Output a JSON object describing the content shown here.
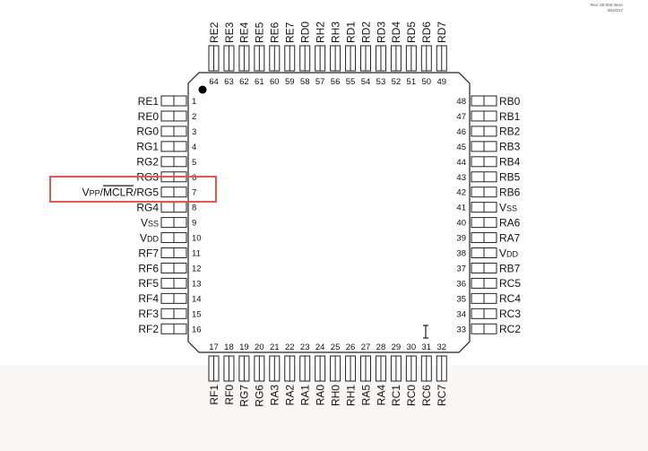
{
  "header": {
    "revision_line1": "Rev. 00-000 064A",
    "revision_line2": "3/6/2017"
  },
  "chip": {
    "package": "64-pin",
    "pins": {
      "left": [
        {
          "num": "1",
          "label": "RE1"
        },
        {
          "num": "2",
          "label": "RE0"
        },
        {
          "num": "3",
          "label": "RG0"
        },
        {
          "num": "4",
          "label": "RG1"
        },
        {
          "num": "5",
          "label": "RG2"
        },
        {
          "num": "6",
          "label": "RG3"
        },
        {
          "num": "7",
          "label": "VPP/MCLR/RG5"
        },
        {
          "num": "8",
          "label": "RG4"
        },
        {
          "num": "9",
          "label": "VSS"
        },
        {
          "num": "10",
          "label": "VDD"
        },
        {
          "num": "11",
          "label": "RF7"
        },
        {
          "num": "12",
          "label": "RF6"
        },
        {
          "num": "13",
          "label": "RF5"
        },
        {
          "num": "14",
          "label": "RF4"
        },
        {
          "num": "15",
          "label": "RF3"
        },
        {
          "num": "16",
          "label": "RF2"
        }
      ],
      "bottom": [
        {
          "num": "17",
          "label": "RF1"
        },
        {
          "num": "18",
          "label": "RF0"
        },
        {
          "num": "19",
          "label": "RG7"
        },
        {
          "num": "20",
          "label": "RG6"
        },
        {
          "num": "21",
          "label": "RA3"
        },
        {
          "num": "22",
          "label": "RA2"
        },
        {
          "num": "23",
          "label": "RA1"
        },
        {
          "num": "24",
          "label": "RA0"
        },
        {
          "num": "25",
          "label": "RH0"
        },
        {
          "num": "26",
          "label": "RH1"
        },
        {
          "num": "27",
          "label": "RA5"
        },
        {
          "num": "28",
          "label": "RA4"
        },
        {
          "num": "29",
          "label": "RC1"
        },
        {
          "num": "30",
          "label": "RC0"
        },
        {
          "num": "31",
          "label": "RC6"
        },
        {
          "num": "32",
          "label": "RC7"
        }
      ],
      "right": [
        {
          "num": "48",
          "label": "RB0"
        },
        {
          "num": "47",
          "label": "RB1"
        },
        {
          "num": "46",
          "label": "RB2"
        },
        {
          "num": "45",
          "label": "RB3"
        },
        {
          "num": "44",
          "label": "RB4"
        },
        {
          "num": "43",
          "label": "RB5"
        },
        {
          "num": "42",
          "label": "RB6"
        },
        {
          "num": "41",
          "label": "VSS"
        },
        {
          "num": "40",
          "label": "RA6"
        },
        {
          "num": "39",
          "label": "RA7"
        },
        {
          "num": "38",
          "label": "VDD"
        },
        {
          "num": "37",
          "label": "RB7"
        },
        {
          "num": "36",
          "label": "RC5"
        },
        {
          "num": "35",
          "label": "RC4"
        },
        {
          "num": "34",
          "label": "RC3"
        },
        {
          "num": "33",
          "label": "RC2"
        }
      ],
      "top": [
        {
          "num": "64",
          "label": "RE2"
        },
        {
          "num": "63",
          "label": "RE3"
        },
        {
          "num": "62",
          "label": "RE4"
        },
        {
          "num": "61",
          "label": "RE5"
        },
        {
          "num": "60",
          "label": "RE6"
        },
        {
          "num": "59",
          "label": "RE7"
        },
        {
          "num": "58",
          "label": "RD0"
        },
        {
          "num": "57",
          "label": "RH2"
        },
        {
          "num": "56",
          "label": "RH3"
        },
        {
          "num": "55",
          "label": "RD1"
        },
        {
          "num": "54",
          "label": "RD2"
        },
        {
          "num": "53",
          "label": "RD3"
        },
        {
          "num": "52",
          "label": "RD4"
        },
        {
          "num": "51",
          "label": "RD5"
        },
        {
          "num": "50",
          "label": "RD6"
        },
        {
          "num": "49",
          "label": "RD7"
        }
      ]
    },
    "highlighted_pin": "7",
    "highlight_color": "#e0584f"
  }
}
